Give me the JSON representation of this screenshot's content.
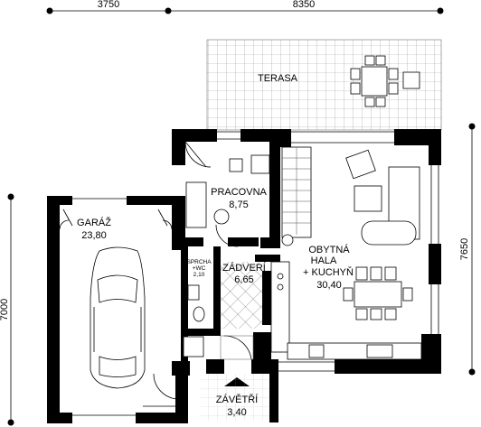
{
  "dimensions": {
    "top_left": "3750",
    "top_right": "8350",
    "right_side": "7650",
    "left_side": "7000"
  },
  "rooms": {
    "terasa": "TERASA",
    "garaz_name": "GARÁŽ",
    "garaz_area": "23,80",
    "pracovna_name": "PRACOVNA",
    "pracovna_area": "8,75",
    "obytna_line1": "OBYTNÁ",
    "obytna_line2": "HALA",
    "obytna_line3": "+ KUCHYŇ",
    "obytna_area": "30,40",
    "zadveri_name": "ZÁDVERÍ",
    "zadveri_area": "6,65",
    "sprcha_line1": "SPRCHA",
    "sprcha_line2": "+WC",
    "sprcha_area": "2,10",
    "zavetri_name": "ZÁVĚTŘÍ",
    "zavetri_area": "3,40"
  }
}
